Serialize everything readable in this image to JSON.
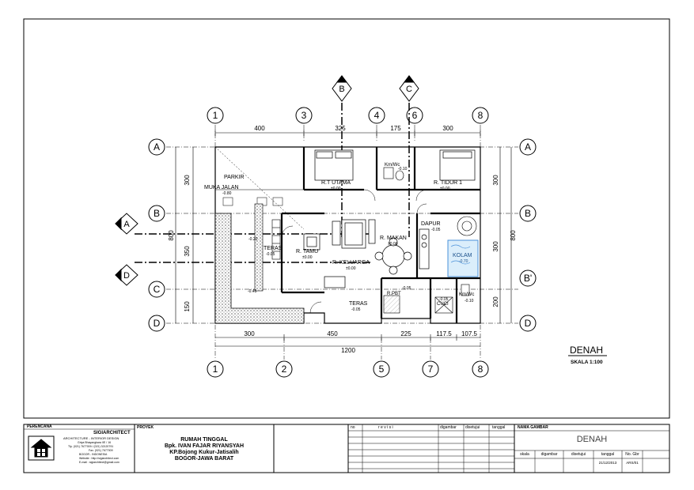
{
  "drawing": {
    "title": "DENAH",
    "scale": "SKALA 1:100",
    "grid_top": [
      "1",
      "3",
      "4",
      "6",
      "8"
    ],
    "grid_bottom": [
      "1",
      "2",
      "5",
      "7",
      "8"
    ],
    "grid_left": [
      "A",
      "B",
      "C",
      "D"
    ],
    "grid_right": [
      "A",
      "B",
      "B'",
      "D"
    ],
    "sections": [
      "B",
      "C",
      "A",
      "D"
    ],
    "dims_top": [
      "400",
      "325",
      "175",
      "300"
    ],
    "dims_bottom": [
      "300",
      "450",
      "225",
      "117.5",
      "107.5"
    ],
    "dim_total": "1200",
    "dims_left": [
      "300",
      "350",
      "150"
    ],
    "dim_left_total": "800",
    "dims_right": [
      "300",
      "300",
      "200"
    ],
    "dim_right_total": "800",
    "rooms": {
      "parkir": "PARKIR",
      "muka_jalan": "MUKA JALAN",
      "muka_jalan_lvl": "-0.80",
      "rt_utama": "R.T UTAMA",
      "rt_utama_lvl": "±0.00",
      "kmwc1": "Km/Wc",
      "kmwc1_lvl": "-0.10",
      "rt_tidur": "R. TIDUR 1",
      "rt_tidur_lvl": "±0.00",
      "teras1": "TERAS",
      "teras1_lvl": "-0.05",
      "r_tamu": "R. TAMU",
      "r_tamu_lvl": "±0.00",
      "r_makan": "R. MAKAN",
      "r_makan_lvl": "±0.00",
      "r_keluarga": "R. KELUARGA",
      "r_keluarga_lvl": "±0.00",
      "dapur": "DAPUR",
      "dapur_lvl": "-0.05",
      "kolam": "KOLAM",
      "kolam_lvl": "-0.70",
      "teras2": "TERAS",
      "teras2_lvl": "-0.05",
      "rpbt": "R.PBT",
      "rpbt_lvl": "-0.05",
      "cuci": "CUCI",
      "cuci_lvl": "-0.05",
      "kmwc2": "Km/Wc",
      "kmwc2_lvl": "-0.10",
      "lvl_020": "-0.20",
      "lvl_045": "-0.45"
    }
  },
  "titleblock": {
    "perencana_label": "PERENCANA",
    "firm": "SIGIARCHITECT",
    "firm_sub": "ARCHITECTURE - INTERIOR DESIGN",
    "addr1": "Griya Bhayangkara IIE / 16",
    "addr2": "Tlp. (021) 7677009 / (021) 32120791",
    "addr3": "Fax. (021) 7677009",
    "addr4": "BOGOR - INDONESIA",
    "addr5": "Website : http://sigiarchitect.com",
    "addr6": "E-mail : sigiarchitect@gmail.com",
    "proyek_label": "PROYEK",
    "proj1": "RUMAH TINGGAL",
    "proj2": "Bpk. IVAN FAJAR RIYANSYAH",
    "proj3": "KP.Bojong Kukur-Jatisalih",
    "proj4": "BOGOR-JAWA BARAT",
    "rev_no": "no",
    "rev_revisi": "r e v i s i",
    "rev_digambar": "digambar",
    "rev_disetujui": "disetujui",
    "rev_tanggal": "tanggal",
    "nama_gambar_label": "NAMA GAMBAR",
    "nama_gambar": "DENAH",
    "col_skala": "skala",
    "col_digambar": "digambar",
    "col_disetujui": "disetujui",
    "col_tanggal": "tanggal",
    "col_nogbr": "No. Gbr",
    "val_tanggal": "21/12/2013",
    "val_nogbr": "ARS/01"
  }
}
